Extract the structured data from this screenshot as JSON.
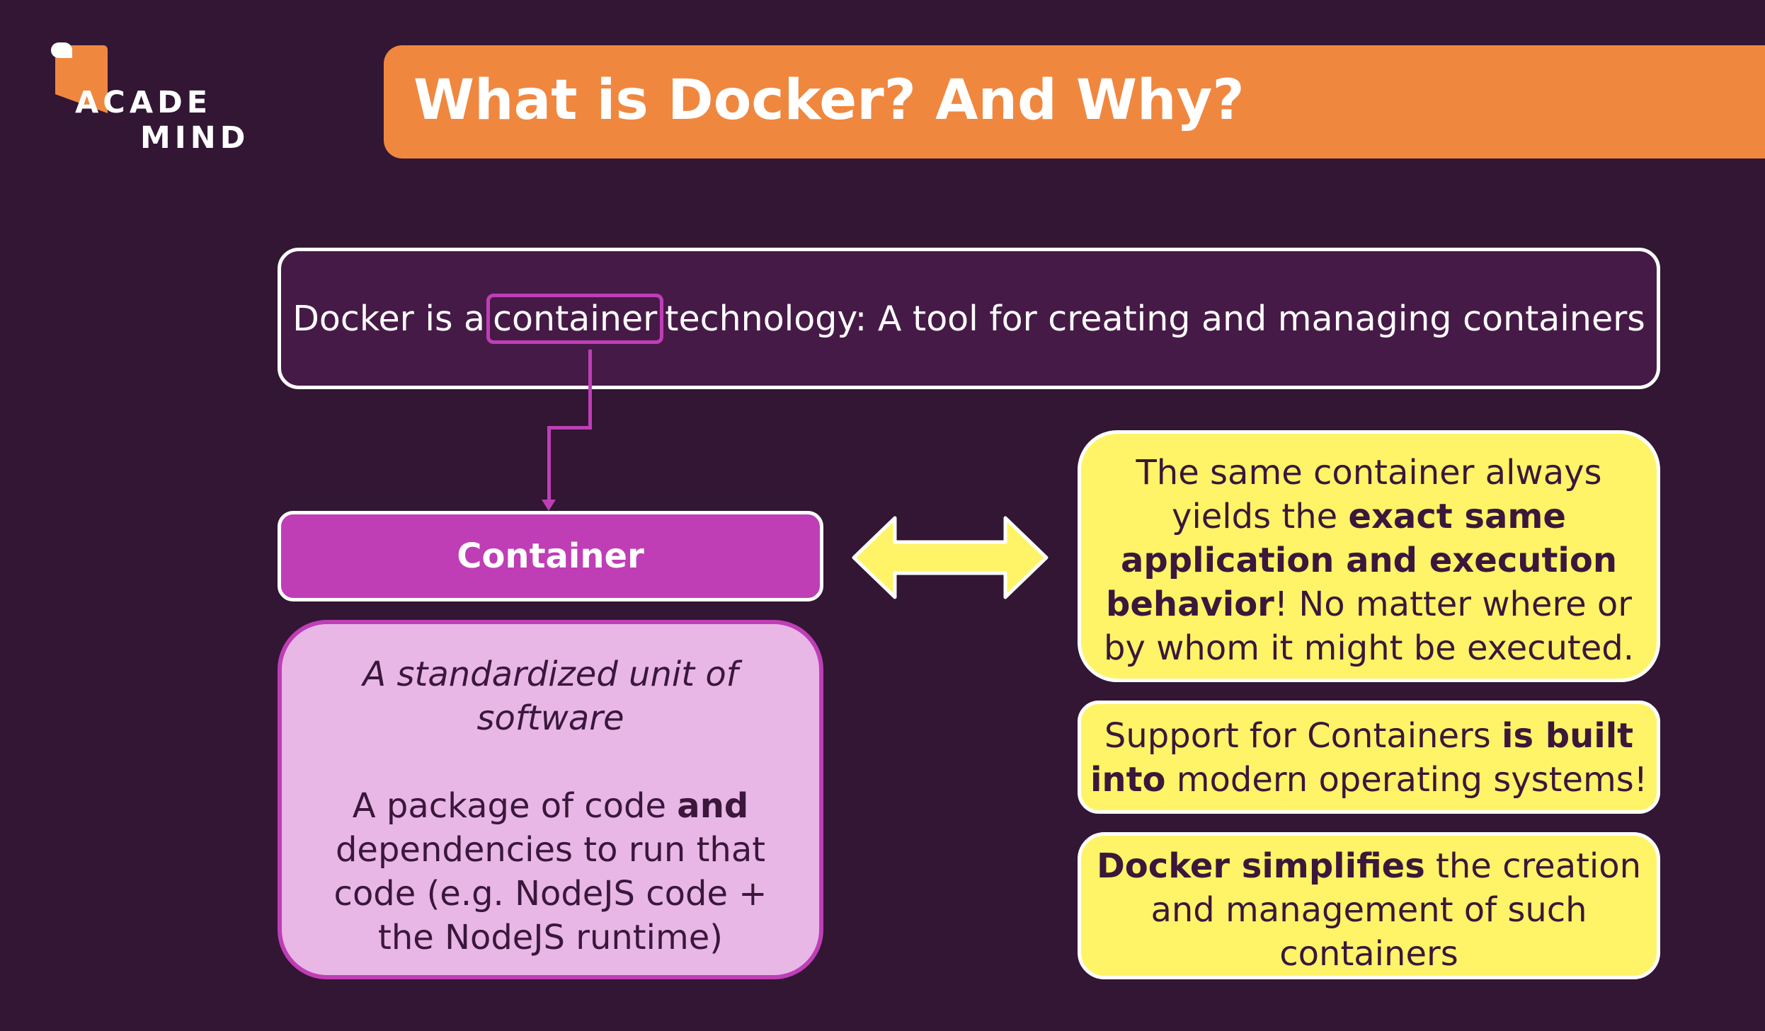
{
  "logo": {
    "line1": "ACADE",
    "line2": "MIND"
  },
  "header": {
    "title": "What is Docker? And Why?"
  },
  "definition": {
    "before": "Docker is a",
    "highlight": "container",
    "after": "technology: A tool for creating and managing containers"
  },
  "container": {
    "heading": "Container",
    "line1": "A standardized unit of software",
    "pkg_before": "A package of code ",
    "pkg_bold": "and",
    "pkg_after": " dependencies to run that code (e.g. NodeJS code + the NodeJS runtime)"
  },
  "points": {
    "p1_before": "The same container always yields the ",
    "p1_bold": "exact same application and execution behavior",
    "p1_after": "! No matter where or by whom it might be executed.",
    "p2_before": "Support for Containers ",
    "p2_bold": "is built into",
    "p2_after": " modern operating systems!",
    "p3_bold": "Docker simplifies",
    "p3_after": " the creation and management of such containers"
  },
  "colors": {
    "background": "#321634",
    "orange": "#f0873f",
    "magenta": "#bf3eb6",
    "pink": "#e8b7e6",
    "yellow": "#fff467"
  }
}
